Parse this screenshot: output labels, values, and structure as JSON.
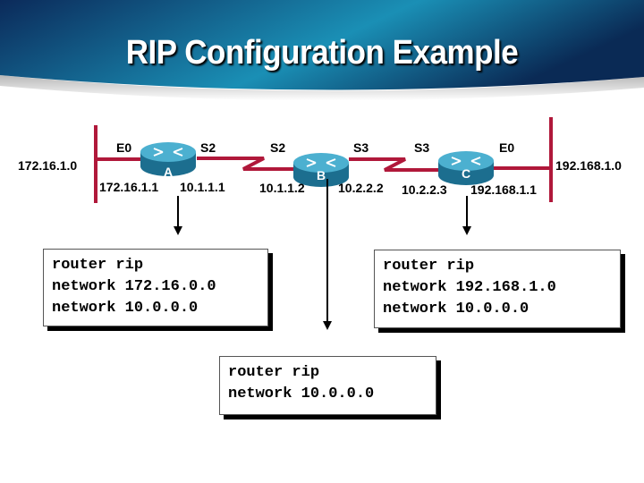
{
  "slide": {
    "title": "RIP Configuration Example"
  },
  "colors": {
    "banner_dark": "#0b2a5a",
    "banner_light": "#1a8fb5",
    "link": "#b0183a",
    "router": "#2b8fb3"
  },
  "networks": {
    "left": "172.16.1.0",
    "right": "192.168.1.0"
  },
  "routers": [
    {
      "name": "A",
      "interfaces": {
        "e0": "E0",
        "s": "S2"
      },
      "ips": [
        "172.16.1.1",
        "10.1.1.1"
      ]
    },
    {
      "name": "B",
      "interfaces": {
        "s_left": "S2",
        "s_right": "S3"
      },
      "ips": [
        "10.1.1.2",
        "10.2.2.2"
      ]
    },
    {
      "name": "C",
      "interfaces": {
        "s": "S3",
        "e0": "E0"
      },
      "ips": [
        "10.2.2.3",
        "192.168.1.1"
      ]
    }
  ],
  "configs": {
    "a": [
      "router rip",
      "network 172.16.0.0",
      "network 10.0.0.0"
    ],
    "b": [
      "router rip",
      "network 10.0.0.0"
    ],
    "c": [
      "router rip",
      "network 192.168.1.0",
      "network 10.0.0.0"
    ]
  }
}
